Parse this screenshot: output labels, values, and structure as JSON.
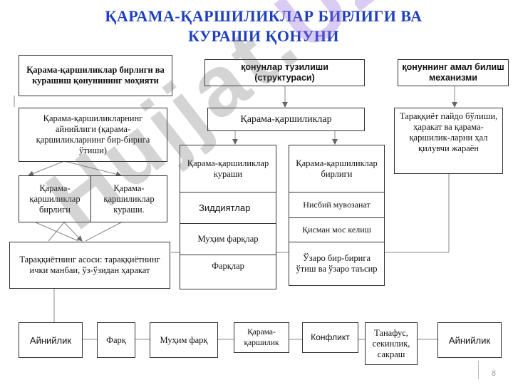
{
  "title": {
    "line1": "ҚАРАМА-ҚАРШИЛИКЛАР   БИРЛИГИ   ВА",
    "line2": "КУРАШИ  ҚОНУНИ"
  },
  "headers": {
    "essence": "Қарама-қаршиликлар бирлиги ва курашиш қонунининг моҳияти",
    "structure_a": "қонунлар тузилиши",
    "structure_b": "(структураси)",
    "mechanism": "қонуннинг амал билиш механизми"
  },
  "left": {
    "unity_desc": "Қарама-қаршиликларнинг айнийлиги (қарама-қаршиликларнинг бир-бирига ўтиши)",
    "unity": "Қарама-қаршиликлар бирлиги",
    "struggle": "Қарама-қаршиликлар кураши.",
    "source": "Тараққиётнинг асоси: тараққиётнинг ички манбаи, ўз-ўзидан ҳаракат"
  },
  "middle": {
    "opposites": "Қарама-қаршиликлар",
    "struggle_col": [
      "Қарама-қаршиликлар кураши",
      "Зиддиятлар",
      "Муҳим фарқлар",
      "Фарқлар"
    ],
    "unity_col": [
      "Қарама-қаршиликлар бирлиги",
      "Нисбий мувозанат",
      "Қисман мос келиш",
      "Ўзаро бир-бирига ўтиш ва ўзаро таъсир"
    ]
  },
  "right": {
    "mechanism_desc": "Тараққиёт пайдо бўлиши, ҳаракат ва қарама-қаршилик-ларни ҳал қилувчи жараён"
  },
  "bottom": [
    "Айнийлик",
    "Фарқ",
    "Муҳим фарқ",
    "Қарама-қаршилик",
    "Конфликт",
    "Танафус, секинлик, сакраш",
    "Айнийлик"
  ],
  "watermark": {
    "part1": "Hujjat.",
    "part2": "UZ"
  },
  "page_number": "8",
  "colors": {
    "title": "#1f3fbf",
    "line": "#888888",
    "box_border": "#333333"
  }
}
